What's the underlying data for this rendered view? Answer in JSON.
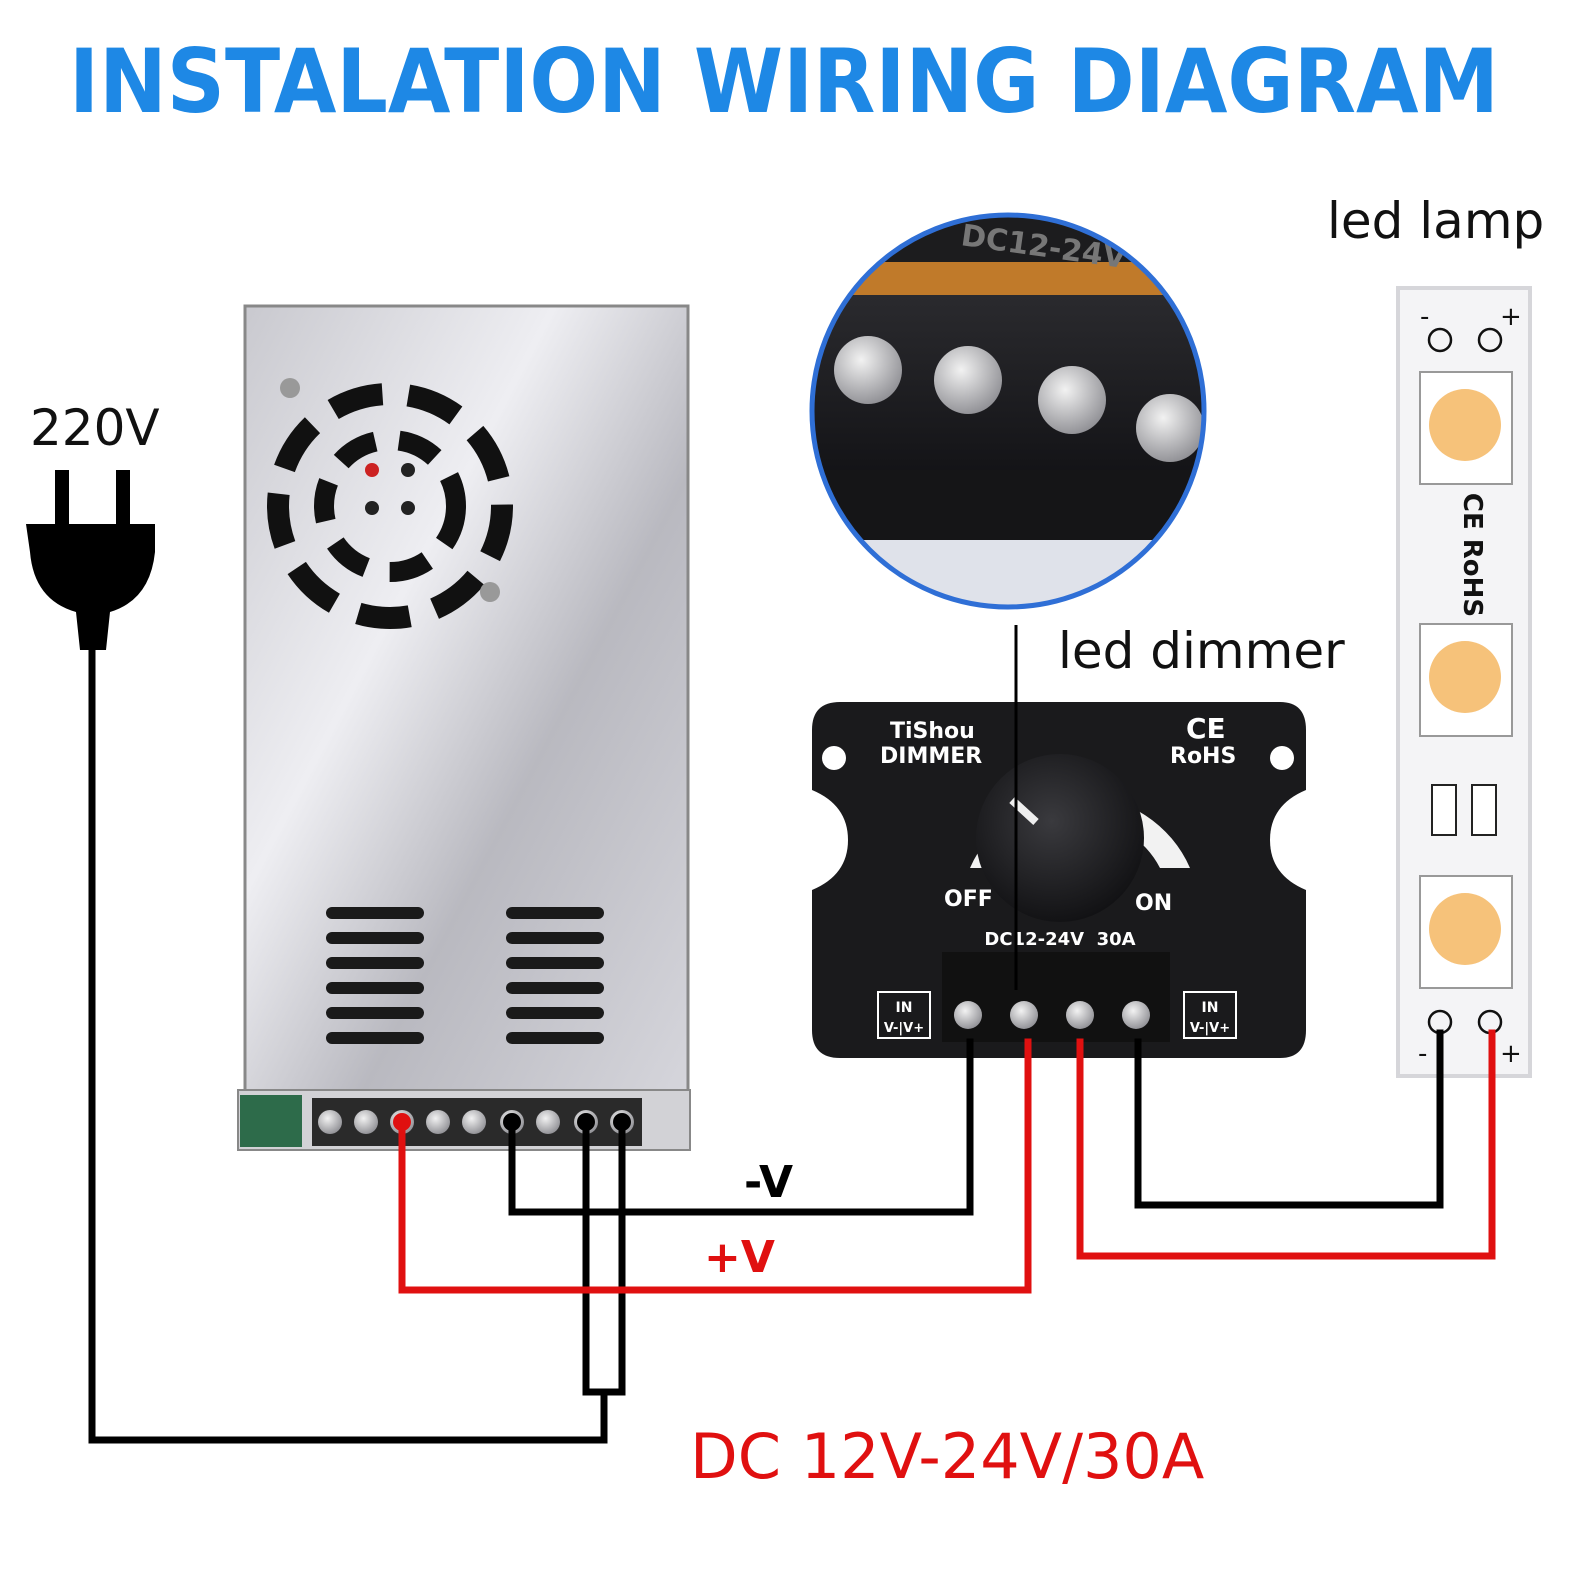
{
  "title": "INSTALATION WIRING DIAGRAM",
  "plug_label": "220V",
  "lamp_label": "led lamp",
  "dimmer_label": "led dimmer",
  "dimmer": {
    "brand": "TiShou",
    "model": "DIMMER",
    "ce": "CE",
    "rohs": "RoHS",
    "off": "OFF",
    "on": "ON",
    "rating": "DC12-24V  30A",
    "in_left_top": "IN",
    "in_left_bottom": "V-|V+",
    "in_right_top": "IN",
    "in_right_bottom": "V-|V+"
  },
  "zoom_label": "DC12-24V",
  "strip": {
    "minus": "-",
    "plus": "+",
    "cert": "CE RoHS"
  },
  "wire_labels": {
    "negative": "-V",
    "positive": "+V"
  },
  "output_spec": "DC 12V-24V/30A",
  "colors": {
    "title": "#1e88e5",
    "positive_wire": "#e01010",
    "negative_wire": "#000000",
    "spec_text": "#e01010",
    "led": "#f6c27a"
  }
}
